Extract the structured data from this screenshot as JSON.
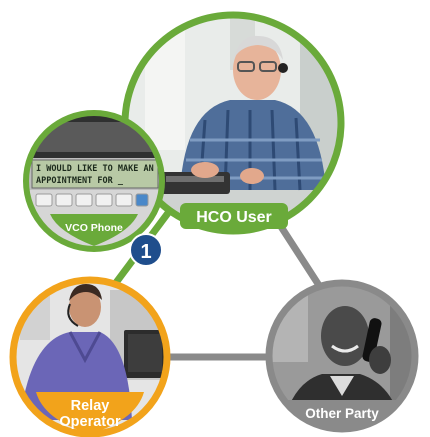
{
  "nodes": {
    "hco_user": {
      "label": "HCO User",
      "ring_color": "#6aaa3a"
    },
    "vco_phone": {
      "label": "VCO Phone",
      "ring_color": "#6aaa3a",
      "lcd_line1": "I WOULD LIKE TO MAKE AN",
      "lcd_line2": "APPOINTMENT FOR _"
    },
    "relay_operator": {
      "label_line1": "Relay",
      "label_line2": "Operator",
      "ring_color": "#f2a31b"
    },
    "other_party": {
      "label": "Other Party",
      "ring_color": "#8a8a8a"
    }
  },
  "step_badge": {
    "number": "1",
    "color": "#1f4e8c"
  },
  "connectors": {
    "hco_to_relay_color": "#6aaa3a",
    "other_links_color": "#8a8a8a"
  }
}
